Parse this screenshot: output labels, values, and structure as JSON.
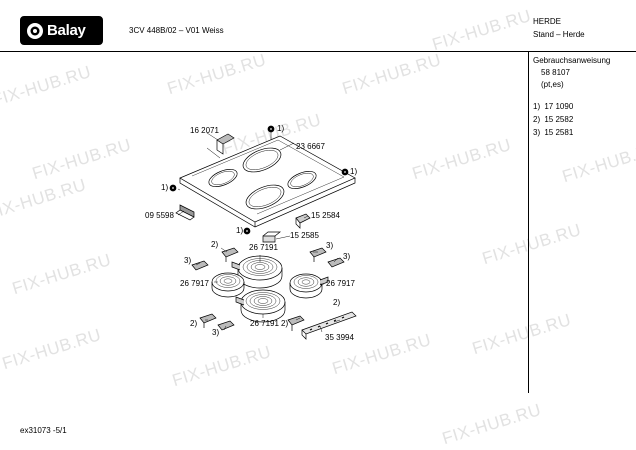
{
  "brand": "Balay",
  "header": {
    "model": "3CV 448B/02 – V01 Weiss",
    "category": "HERDE",
    "subcategory": "Stand – Herde"
  },
  "sidebar": {
    "doc_label": "Gebrauchsanweisung",
    "doc_number": "58 8107",
    "doc_lang": "(pt,es)",
    "refs": [
      {
        "key": "1)",
        "part": "17 1090"
      },
      {
        "key": "2)",
        "part": "15 2582"
      },
      {
        "key": "3)",
        "part": "15 2581"
      }
    ]
  },
  "diagram": {
    "labels": {
      "p162071": "16 2071",
      "r1_top": "1)",
      "p236667": "23 6667",
      "r1_left": "1)",
      "r1_right": "1)",
      "p095598": "09 5598",
      "p152584": "15 2584",
      "r1_mid": "1)",
      "p152585": "15 2585",
      "r2_a": "2)",
      "p267191_a": "26 7191",
      "r3_a": "3)",
      "r3_b": "3)",
      "p267917_a": "26 7917",
      "p267917_b": "26 7917",
      "r2_b": "2)",
      "r2_c": "2)",
      "p267191_b": "26 7191",
      "r3_c": "3)",
      "p353994": "35 3994",
      "r3_d": "3)"
    }
  },
  "footer": {
    "code": "ex31073 -5/1"
  },
  "watermark": "FIX-HUB.RU"
}
